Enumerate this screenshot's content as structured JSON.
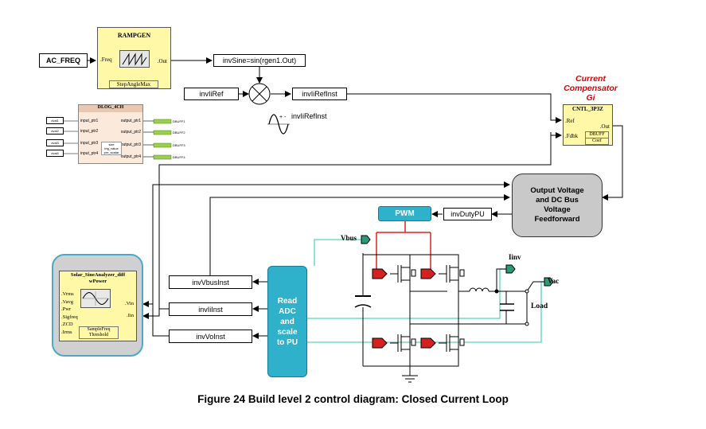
{
  "caption": "Figure 24 Build level 2 control diagram: Closed Current Loop",
  "rampgen": {
    "title": "RAMPGEN",
    "freq_port": ".Freq",
    "out_port": ".Out",
    "param": "StepAngleMax"
  },
  "signals": {
    "ac_freq": "AC_FREQ",
    "inv_sine": "invSine=sin(rgen1.Out)",
    "inv_ii_ref": "invIiRef",
    "inv_ii_ref_inst": "invIiRefInst",
    "scope_label": "invIiRefInst",
    "inv_duty_pu": "invDutyPU",
    "inv_vbus_inst": "invVbusInst",
    "inv_ii_inst": "invIiInst",
    "inv_vo_inst": "invVoInst"
  },
  "dlog": {
    "title": "DLOG_4CH",
    "inputs": [
      "input_ptr1",
      "input_ptr2",
      "input_ptr3",
      "input_ptr4"
    ],
    "outputs": [
      "output_ptr1",
      "output_ptr2",
      "output_ptr3",
      "output_ptr4"
    ],
    "in_tags": [
      "dval1",
      "dval2",
      "dval3",
      "dval4"
    ],
    "out_tags": [
      "DBUFF1",
      "DBUFF2",
      "DBUFF3",
      "DBUFF4"
    ],
    "params": [
      "size",
      "trig_value",
      "pre_scalar"
    ]
  },
  "compensator": {
    "label_line1": "Current",
    "label_line2": "Compensator",
    "label_line3": "Gi",
    "title": "CNTL_3P3Z",
    "ref_port": ".Ref",
    "fdbk_port": ".Fdbk",
    "out_port": ".Out",
    "params": [
      "DBUFF",
      "Coef"
    ]
  },
  "feedforward": {
    "line1": "Output Voltage",
    "line2": "and DC Bus",
    "line3": "Voltage",
    "line4": "Feedforward"
  },
  "pwm": {
    "label": "PWM"
  },
  "adc": {
    "line1": "Read",
    "line2": "ADC",
    "line3": "and",
    "line4": "scale",
    "line5": "to PU"
  },
  "analyzer": {
    "title_line1": "Solar_SineAnalyzer_diff",
    "title_line2": "wPower",
    "outputs": [
      ".Vrms",
      ".Vavg",
      ".Pwr",
      ".Sigfreq",
      ".ZCD",
      ".Irms"
    ],
    "inputs": [
      ".Vin",
      ".Iin"
    ],
    "params": [
      "SampleFreq",
      "Threshold"
    ]
  },
  "power_stage": {
    "vbus": "Vbus",
    "iinv": "Iinv",
    "vac": "Vac",
    "load": "Load"
  },
  "colors": {
    "block_yellow": "#fff8a6",
    "adc_teal": "#2fb1cc",
    "pwm_teal": "#2fb1cc",
    "feedforward_gray": "#c9c9c9",
    "analyzer_panel": "#d0d0d0",
    "analyzer_border": "#4ca8c8",
    "gate_red": "#d42020",
    "gate_green": "#2a9a78",
    "feedback_line": "#56d6b5",
    "pwm_line": "#e02020"
  }
}
